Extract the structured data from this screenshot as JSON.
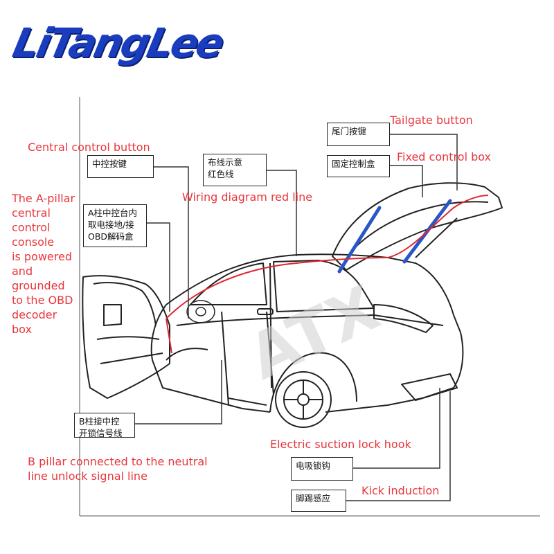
{
  "logo": "LiTangLee",
  "watermark": "ATX",
  "boxes": {
    "tailgate": "尾门按键",
    "fixed": "固定控制盒",
    "central": "中控按键",
    "wiring": "布线示意\n红色线",
    "apillar": "A柱中控台内\n取电接地/接\nOBD解码盒",
    "bpillar": "B柱接中控\n开锁信号线",
    "lock": "电吸锁钩",
    "kick": "脚踢感应"
  },
  "labels": {
    "tailgate": "Tailgate button",
    "fixed": "Fixed control box",
    "central": "Central control button",
    "wiring": "Wiring diagram red line",
    "apillar": "The A-pillar\ncentral\ncontrol\nconsole\nis powered\nand\ngrounded\nto the OBD\n decoder\nbox",
    "bpillar": "B pillar connected to the neutral\nline unlock signal line",
    "lock": "Electric suction lock hook",
    "kick": "Kick induction"
  }
}
